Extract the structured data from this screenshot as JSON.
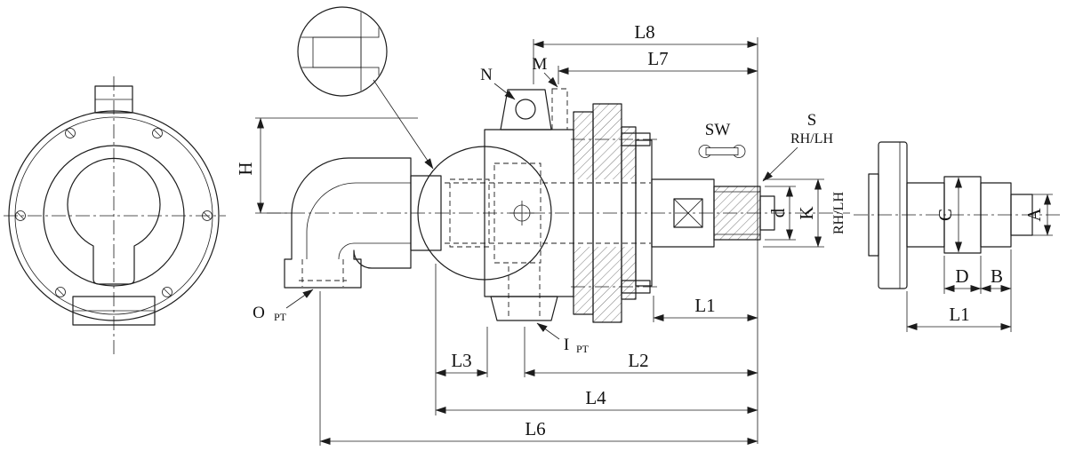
{
  "colors": {
    "line": "#1c1c1c",
    "background": "#ffffff"
  },
  "section_view": {
    "dimensions": {
      "l8": "L8",
      "l7": "L7",
      "h": "H",
      "l1": "L1",
      "l2": "L2",
      "l3": "L3",
      "l4": "L4",
      "l6": "L6",
      "d": "d",
      "k": "K"
    },
    "callouts": {
      "n": "N",
      "m": "M",
      "sw": "SW",
      "s": "S",
      "rh_lh_note": "RH/LH",
      "rh_lh_axis": "RH/LH",
      "o_port": "O",
      "o_port_thread": "PT",
      "i_port": "I",
      "i_port_thread": "PT"
    }
  },
  "shaft_view": {
    "dimensions": {
      "a": "A",
      "b": "B",
      "c": "C",
      "d": "D",
      "l1": "L1"
    }
  }
}
